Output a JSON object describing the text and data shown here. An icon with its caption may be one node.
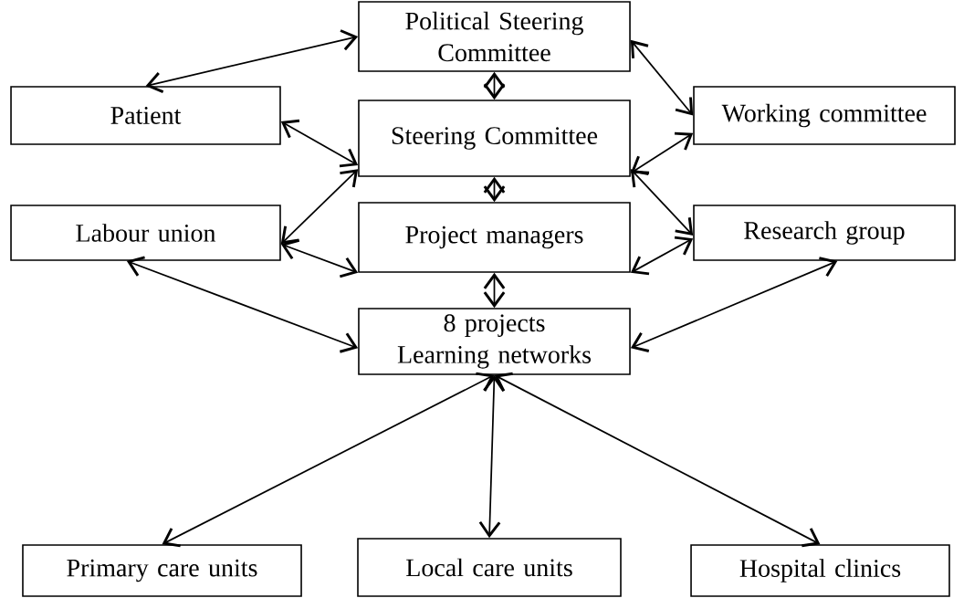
{
  "diagram": {
    "nodes": [
      {
        "text": [
          "Political Steering Committee"
        ]
      },
      {
        "text": [
          "Patient"
        ]
      },
      {
        "text": [
          "Working committee"
        ]
      },
      {
        "text": [
          "Steering Committee"
        ]
      },
      {
        "text": [
          "Labour union"
        ]
      },
      {
        "text": [
          "Research group"
        ]
      },
      {
        "text": [
          "Project managers"
        ]
      },
      {
        "text": [
          "8 projects Learning networks"
        ]
      },
      {
        "text": [
          "Primary care units"
        ]
      },
      {
        "text": [
          "Local care units"
        ]
      },
      {
        "text": [
          "Hospital clinics"
        ]
      }
    ],
    "edges": [
      {
        "from": 0,
        "to": 1,
        "arrow": "both"
      },
      {
        "from": 0,
        "to": 2,
        "arrow": "both"
      },
      {
        "from": 0,
        "to": 3,
        "arrow": "both"
      },
      {
        "from": 1,
        "to": 3,
        "arrow": "both"
      },
      {
        "from": 2,
        "to": 3,
        "arrow": "both"
      },
      {
        "from": 3,
        "to": 4,
        "arrow": "both"
      },
      {
        "from": 3,
        "to": 5,
        "arrow": "both"
      },
      {
        "from": 3,
        "to": 6,
        "arrow": "both"
      },
      {
        "from": 4,
        "to": 6,
        "arrow": "both"
      },
      {
        "from": 5,
        "to": 6,
        "arrow": "both"
      },
      {
        "from": 6,
        "to": 7,
        "arrow": "both"
      },
      {
        "from": 4,
        "to": 7,
        "arrow": "both"
      },
      {
        "from": 5,
        "to": 7,
        "arrow": "both"
      },
      {
        "from": 7,
        "to": 8,
        "arrow": "both"
      },
      {
        "from": 7,
        "to": 9,
        "arrow": "both"
      },
      {
        "from": 7,
        "to": 10,
        "arrow": "both"
      }
    ]
  }
}
